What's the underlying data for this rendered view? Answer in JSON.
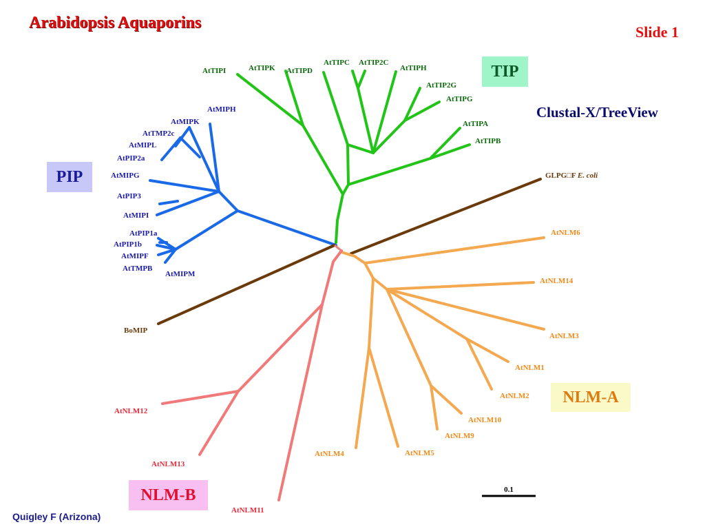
{
  "title": "Arabidopsis Aquaporins",
  "slide_label": "Slide 1",
  "method": "Clustal-X/TreeView",
  "credit": "Quigley F (Arizona)",
  "clades": {
    "tip": "TIP",
    "pip": "PIP",
    "nlm_a": "NLM-A",
    "nlm_b": "NLM-B"
  },
  "scale_bar": {
    "label": "0.1"
  },
  "colors": {
    "tip": "#22c418",
    "pip": "#1a6ae8",
    "outgroup": "#6a3a0a",
    "nlm_a": "#f4a850",
    "nlm_b": "#f07a7a"
  },
  "tree": {
    "tip_labels": {
      "AtTIPI": "AtTIPI",
      "AtTIPK": "AtTIPK",
      "AtTIPD": "AtTIPD",
      "AtTIPC": "AtTIPC",
      "AtTIP2C": "AtTIP2C",
      "AtTIPH": "AtTIPH",
      "AtTIP2G": "AtTIP2G",
      "AtTIPG": "AtTIPG",
      "AtTIPA": "AtTIPA",
      "AtTIPB": "AtTIPB",
      "AtMIPH": "AtMIPH",
      "AtMIPK": "AtMIPK",
      "AtTMP2c": "AtTMP2c",
      "AtMIPL": "AtMIPL",
      "AtPIP2a": "AtPIP2a",
      "AtMIPG": "AtMIPG",
      "AtPIP3": "AtPIP3",
      "AtMIPI": "AtMIPI",
      "AtPIP1a": "AtPIP1a",
      "AtPIP1b": "AtPIP1b",
      "AtMIPF": "AtMIPF",
      "AtTMPB": "AtTMPB",
      "AtMIPM": "AtMIPM",
      "GLPG_prefix": "GLPG□F ",
      "GLPG_species": "E. coli",
      "BoMIP": "BoMIP",
      "AtNLM6": "AtNLM6",
      "AtNLM14": "AtNLM14",
      "AtNLM3": "AtNLM3",
      "AtNLM1": "AtNLM1",
      "AtNLM2": "AtNLM2",
      "AtNLM10": "AtNLM10",
      "AtNLM9": "AtNLM9",
      "AtNLM5": "AtNLM5",
      "AtNLM4": "AtNLM4",
      "AtNLM12": "AtNLM12",
      "AtNLM13": "AtNLM13",
      "AtNLM11": "AtNLM11"
    }
  }
}
